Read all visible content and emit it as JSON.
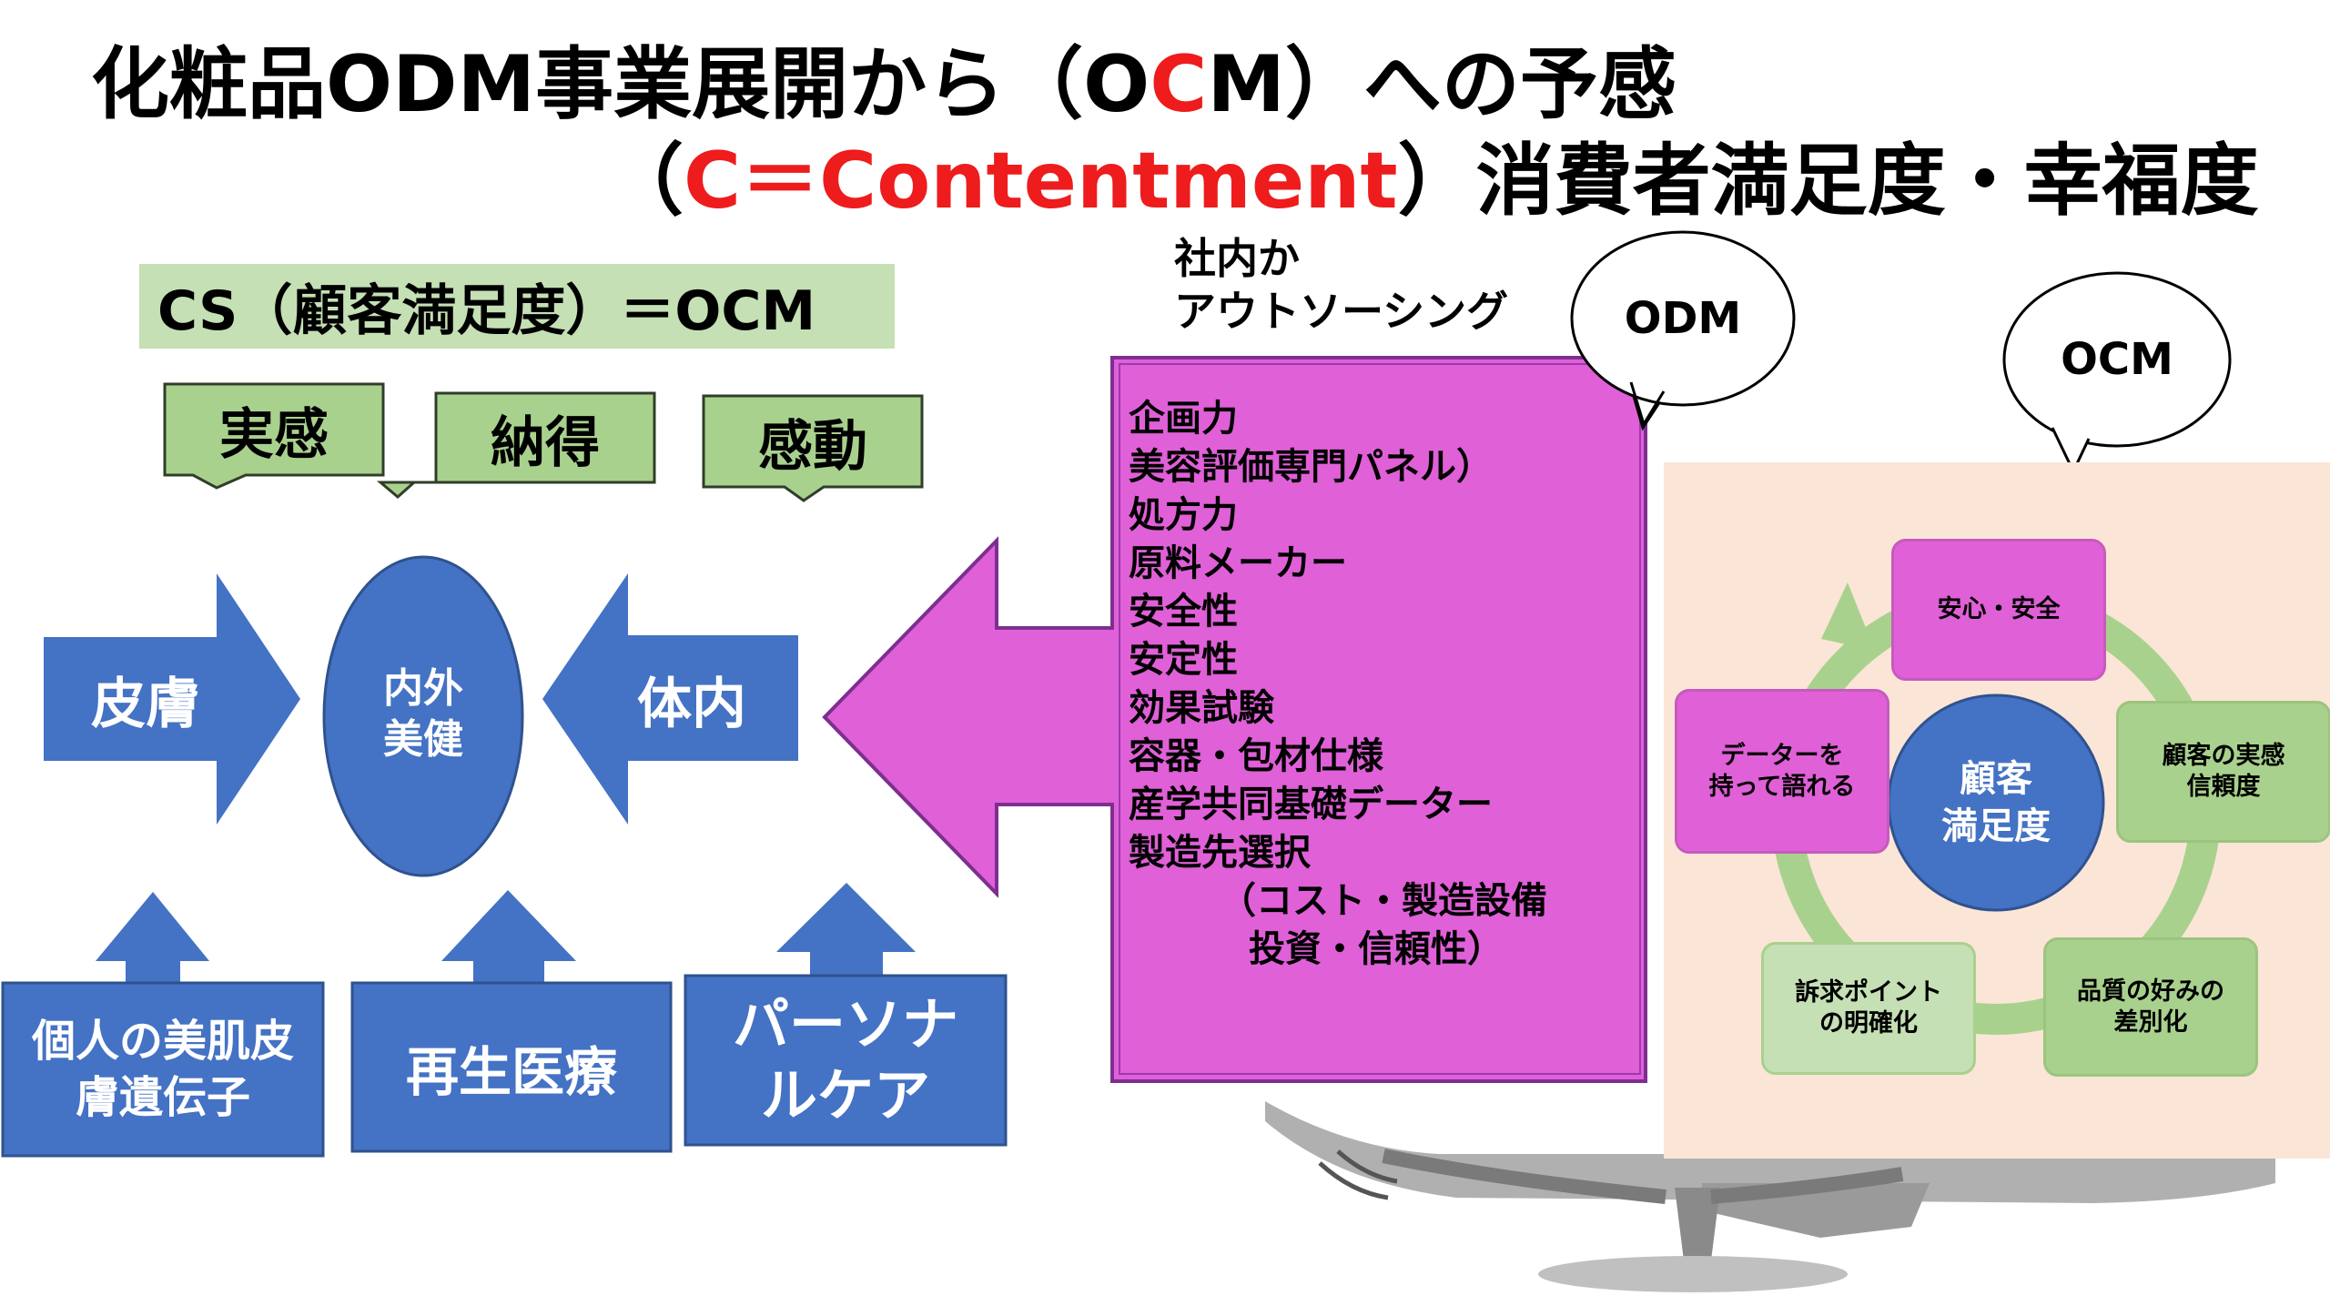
{
  "title": {
    "line1_a": "化粧品ODM事業展開から（O",
    "line1_c": "C",
    "line1_b": "M）への予感",
    "line2_open": "（",
    "line2_red": "C＝Contentment",
    "line2_rest": "）消費者満足度・幸福度"
  },
  "cs_label": "CS（顧客満足度）＝OCM",
  "callouts": [
    "実感",
    "納得",
    "感動"
  ],
  "arrows": {
    "left": "皮膚",
    "right": "体内"
  },
  "center_ellipse": {
    "line1": "内外",
    "line2": "美健"
  },
  "bottom_boxes": [
    {
      "line1": "個人の美肌皮",
      "line2": "膚遺伝子"
    },
    {
      "line1": "再生医療",
      "line2": ""
    },
    {
      "line1": "パーソナ",
      "line2": "ルケア"
    }
  ],
  "outsourcing": {
    "line1": "社内か",
    "line2": "アウトソーシング"
  },
  "odm_bubble": "ODM",
  "ocm_bubble": "OCM",
  "capabilities": [
    "企画力",
    "美容評価専門パネル）",
    "処方力",
    "原料メーカー",
    "安全性",
    "安定性",
    "効果試験",
    "容器・包材仕様",
    "産学共同基礎データー",
    "製造先選択",
    "（コスト・製造設備",
    "投資・信頼性）"
  ],
  "cycle": {
    "center": {
      "line1": "顧客",
      "line2": "満足度"
    },
    "top": "安心・安全",
    "right": {
      "line1": "顧客の実感",
      "line2": "信頼度"
    },
    "bottom_right": {
      "line1": "品質の好みの",
      "line2": "差別化"
    },
    "bottom_left": {
      "line1": "訴求ポイント",
      "line2": "の明確化"
    },
    "left": {
      "line1": "データーを",
      "line2": "持って語れる"
    }
  },
  "colors": {
    "blue": "#4472c4",
    "magenta": "#e060d8",
    "green": "#a9d18e",
    "light_green": "#c5e0b4",
    "peach": "#fbe5d6",
    "red": "#ee1c1c"
  }
}
